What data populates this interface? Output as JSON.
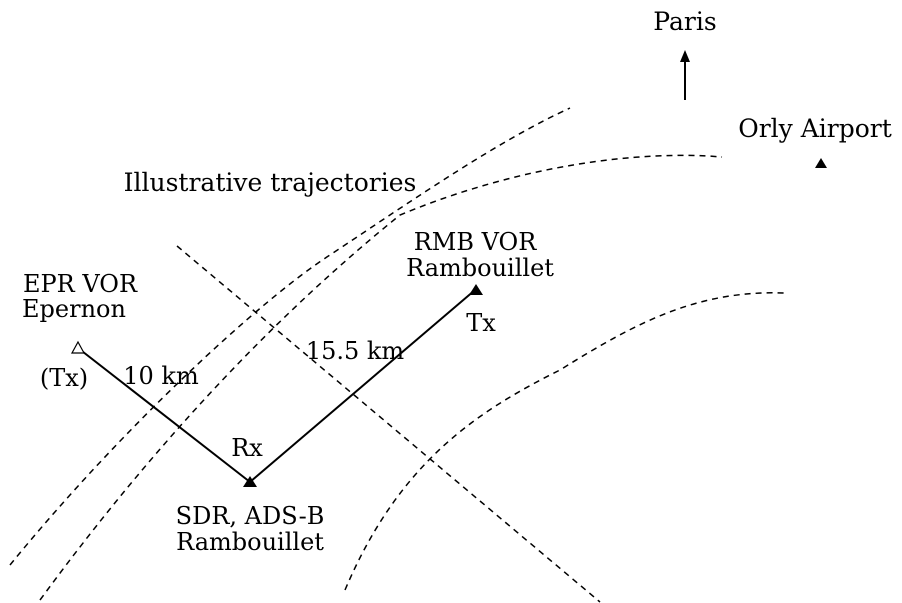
{
  "labels": {
    "paris": "Paris",
    "orly": "Orly Airport",
    "trajectories": "Illustrative trajectories",
    "rmb_line1": "RMB VOR",
    "rmb_line2": "Rambouillet",
    "rmb_tx": "Tx",
    "epr_line1": "EPR VOR",
    "epr_line2": "Epernon",
    "epr_tx": "(Tx)",
    "dist_epr": "10 km",
    "dist_rmb": "15.5 km",
    "rx": "Rx",
    "sdr_line1": "SDR, ADS-B",
    "sdr_line2": "Rambouillet"
  }
}
